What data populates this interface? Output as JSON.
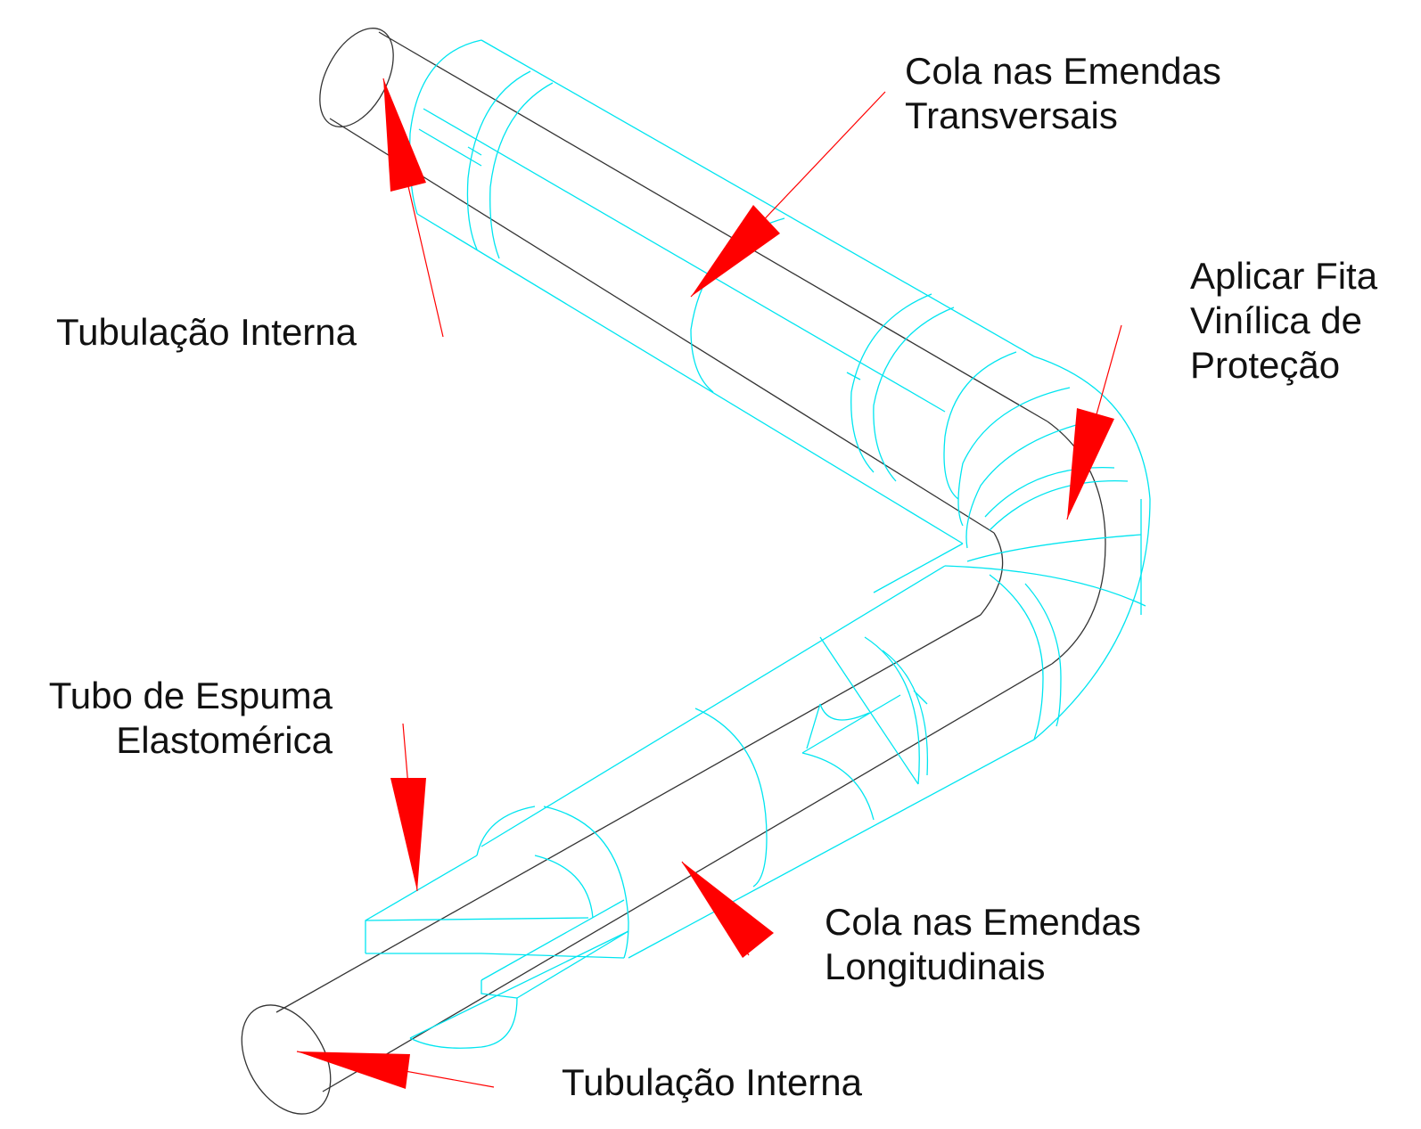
{
  "colors": {
    "insulation": "#00e5f0",
    "pipe": "#333333",
    "arrow": "#ff0000",
    "leader": "#ff0000",
    "text": "#111111"
  },
  "labels": {
    "transverse_glue": {
      "line1": "Cola nas Emendas",
      "line2": "Transversais"
    },
    "vinyl_tape": {
      "line1": "Aplicar Fita",
      "line2": "Vinílica de",
      "line3": "Proteção"
    },
    "inner_pipe_top": "Tubulação Interna",
    "foam_tube": {
      "line1": "Tubo de Espuma",
      "line2": "Elastomérica"
    },
    "longitudinal_glue": {
      "line1": "Cola nas Emendas",
      "line2": "Longitudinais"
    },
    "inner_pipe_bottom": "Tubulação Interna"
  }
}
